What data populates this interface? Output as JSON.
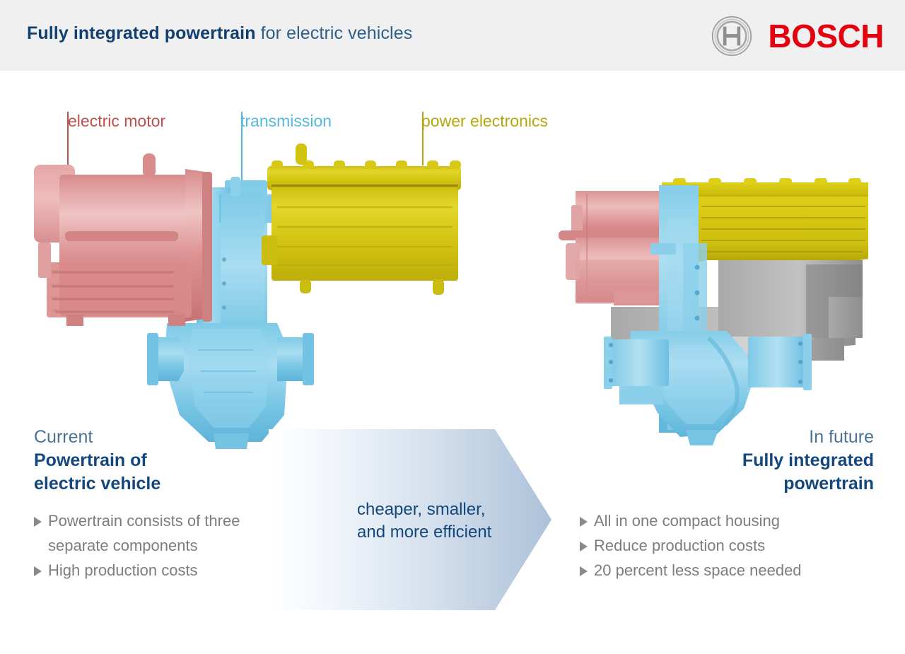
{
  "header": {
    "title_bold": "Fully integrated powertrain",
    "title_light": " for electric vehicles",
    "logo_word": "BOSCH",
    "logo_mark_name": "bosch-armature-symbol",
    "brand_red": "#e4000f",
    "brand_navy": "#14477d",
    "bar_background": "#f0f0f0"
  },
  "callouts": [
    {
      "label": "electric motor",
      "color": "#c0504d"
    },
    {
      "label": "transmission",
      "color": "#56b9e0"
    },
    {
      "label": "power electronics",
      "color": "#b5a80f"
    }
  ],
  "illustrations": {
    "left": {
      "name": "current-powertrain-exploded",
      "parts": [
        "electric motor",
        "transmission",
        "power electronics"
      ],
      "colors": {
        "motor": "#d98a8a",
        "transmission": "#7cc8e4",
        "power_electronics": "#d1c211"
      }
    },
    "right": {
      "name": "integrated-powertrain-assembly",
      "parts": [
        "electric motor",
        "transmission",
        "power electronics",
        "housing"
      ],
      "colors": {
        "motor": "#d98a8a",
        "transmission": "#7cc8e4",
        "power_electronics": "#d1c211",
        "housing": "#b3b3b3"
      }
    }
  },
  "left_block": {
    "eyebrow": "Current",
    "headline_line1": "Powertrain of",
    "headline_line2": "electric vehicle",
    "bullets": [
      "Powertrain consists of three separate components",
      "High production costs"
    ]
  },
  "arrow": {
    "text_line1": "cheaper, smaller,",
    "text_line2": "and more efficient",
    "gradient_from": "#ffffff",
    "gradient_to": "#adc2da",
    "text_color": "#14477d"
  },
  "right_block": {
    "eyebrow": "In future",
    "headline_line1": "Fully integrated",
    "headline_line2": "powertrain",
    "bullets": [
      "All in one compact housing",
      "Reduce production costs",
      "20 percent less space needed"
    ]
  }
}
